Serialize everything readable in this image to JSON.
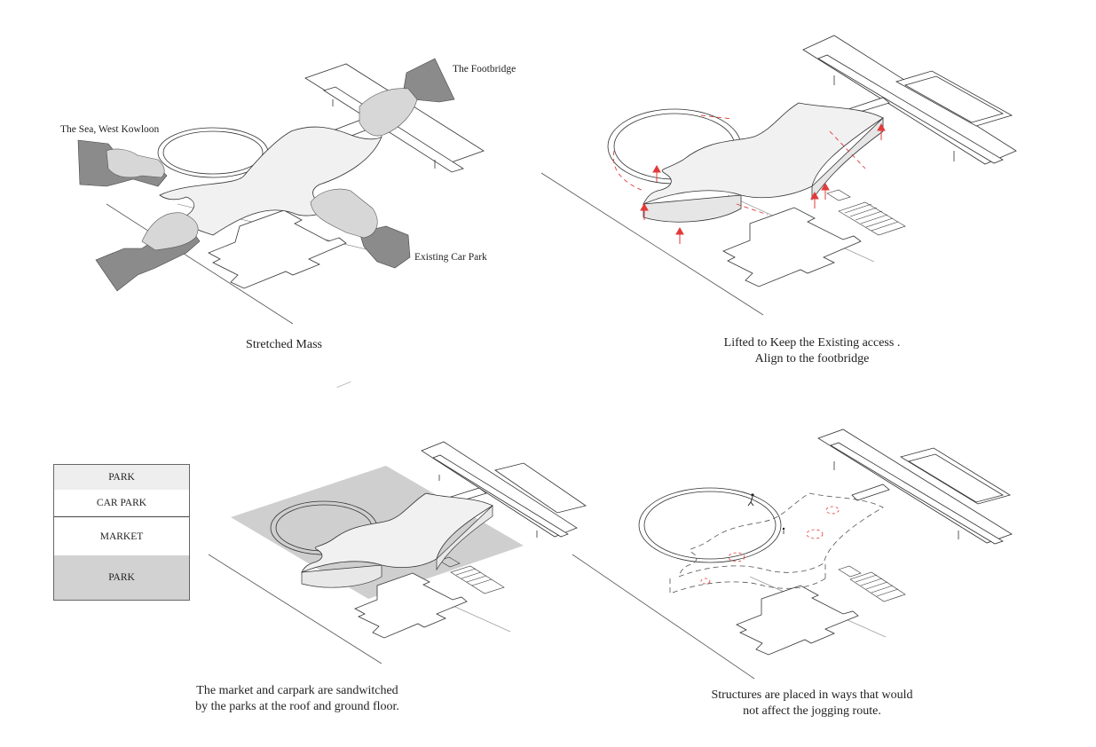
{
  "panels": [
    {
      "id": "stretched-mass",
      "caption_lines": [
        "Stretched Mass"
      ],
      "labels": {
        "sea": "The Sea, West Kowloon",
        "footbridge": "The Footbridge",
        "car_park": "Existing Car Park"
      }
    },
    {
      "id": "lifted",
      "caption_lines": [
        "Lifted to Keep the Existing access .",
        "Align to the footbridge"
      ]
    },
    {
      "id": "sandwiched",
      "caption_lines": [
        "The market and carpark are sandwitched",
        "by the parks at the roof and ground floor."
      ]
    },
    {
      "id": "structures",
      "caption_lines": [
        "Structures are placed in ways that would",
        "not affect the jogging route."
      ]
    }
  ],
  "legend": {
    "rows": [
      "PARK",
      "CAR PARK",
      "MARKET",
      "PARK"
    ]
  },
  "colors": {
    "line": "#333333",
    "light_fill": "#efefef",
    "park_fill": "#cfcfcf",
    "hand_fill": "#8a8a8a",
    "accent_red": "#e23a3a"
  }
}
